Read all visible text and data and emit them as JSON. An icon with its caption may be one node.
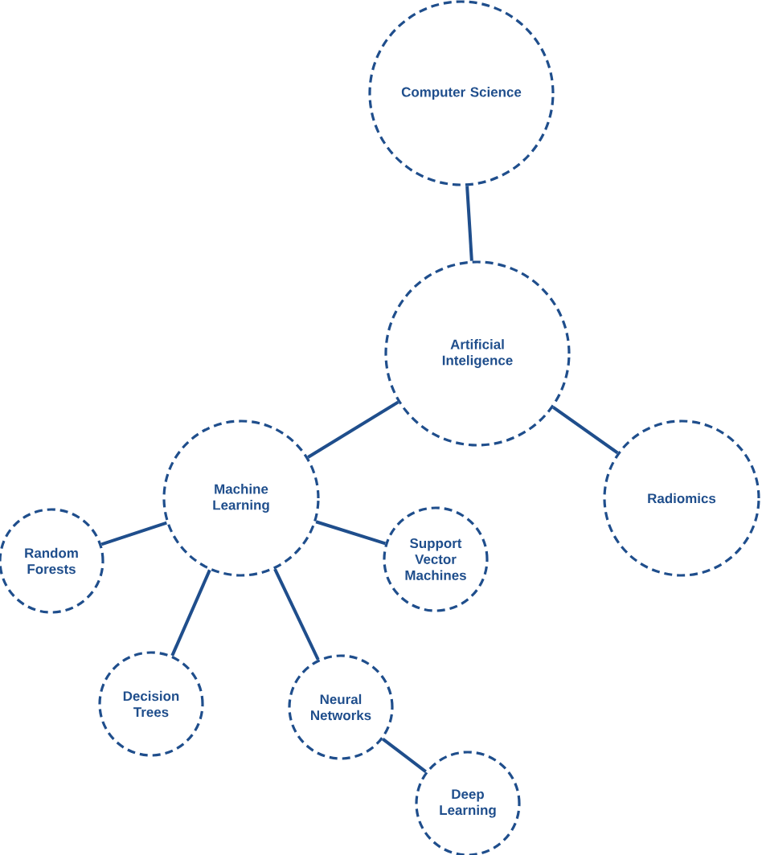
{
  "diagram": {
    "nodes": [
      {
        "text": [
          "Computer Science"
        ]
      },
      {
        "text": [
          "Artificial Inteligence"
        ]
      },
      {
        "text": [
          "Radiomics"
        ]
      },
      {
        "text": [
          "Machine Learning"
        ]
      },
      {
        "text": [
          "Random Forests"
        ]
      },
      {
        "text": [
          "Support Vector Machines"
        ]
      },
      {
        "text": [
          "Decision Trees"
        ]
      },
      {
        "text": [
          "Neural Networks"
        ]
      },
      {
        "text": [
          "Deep Learning"
        ]
      }
    ],
    "edges": [
      {
        "from": 0,
        "to": 1,
        "arrow": "none"
      },
      {
        "from": 1,
        "to": 3,
        "arrow": "none"
      },
      {
        "from": 1,
        "to": 2,
        "arrow": "none"
      },
      {
        "from": 3,
        "to": 4,
        "arrow": "none"
      },
      {
        "from": 3,
        "to": 5,
        "arrow": "none"
      },
      {
        "from": 3,
        "to": 6,
        "arrow": "none"
      },
      {
        "from": 3,
        "to": 7,
        "arrow": "none"
      },
      {
        "from": 7,
        "to": 8,
        "arrow": "none"
      }
    ]
  }
}
